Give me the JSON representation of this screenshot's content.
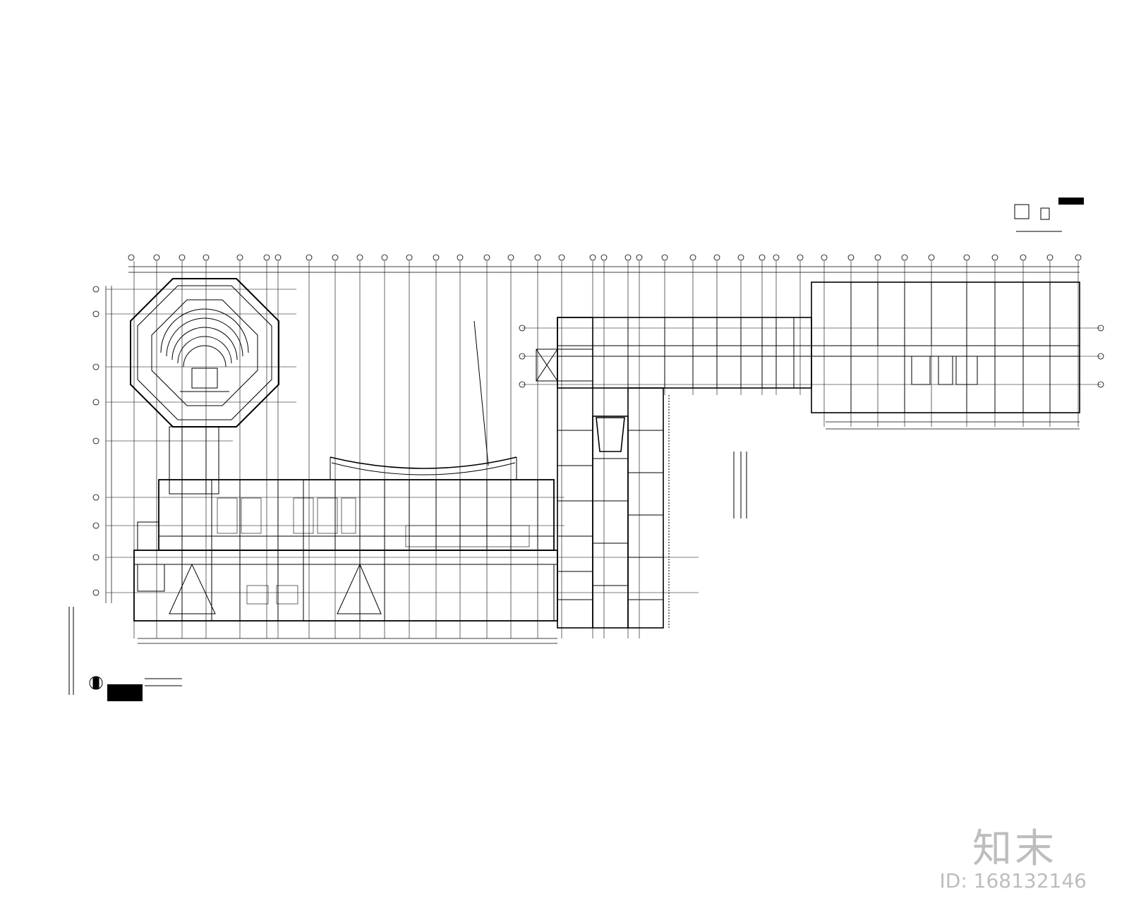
{
  "watermark": {
    "logo_text": "知末",
    "id_text": "ID: 168132146",
    "color": "#bdbdbd"
  },
  "drawing": {
    "line_color": "#000000",
    "background": "#ffffff",
    "elements": [
      "octagonal-auditorium",
      "main-classroom-block",
      "curved-entrance-canopy",
      "north-corridor-wing",
      "east-wing",
      "vertical-wing",
      "axis-grid",
      "title-blocks",
      "north-arrows"
    ]
  }
}
